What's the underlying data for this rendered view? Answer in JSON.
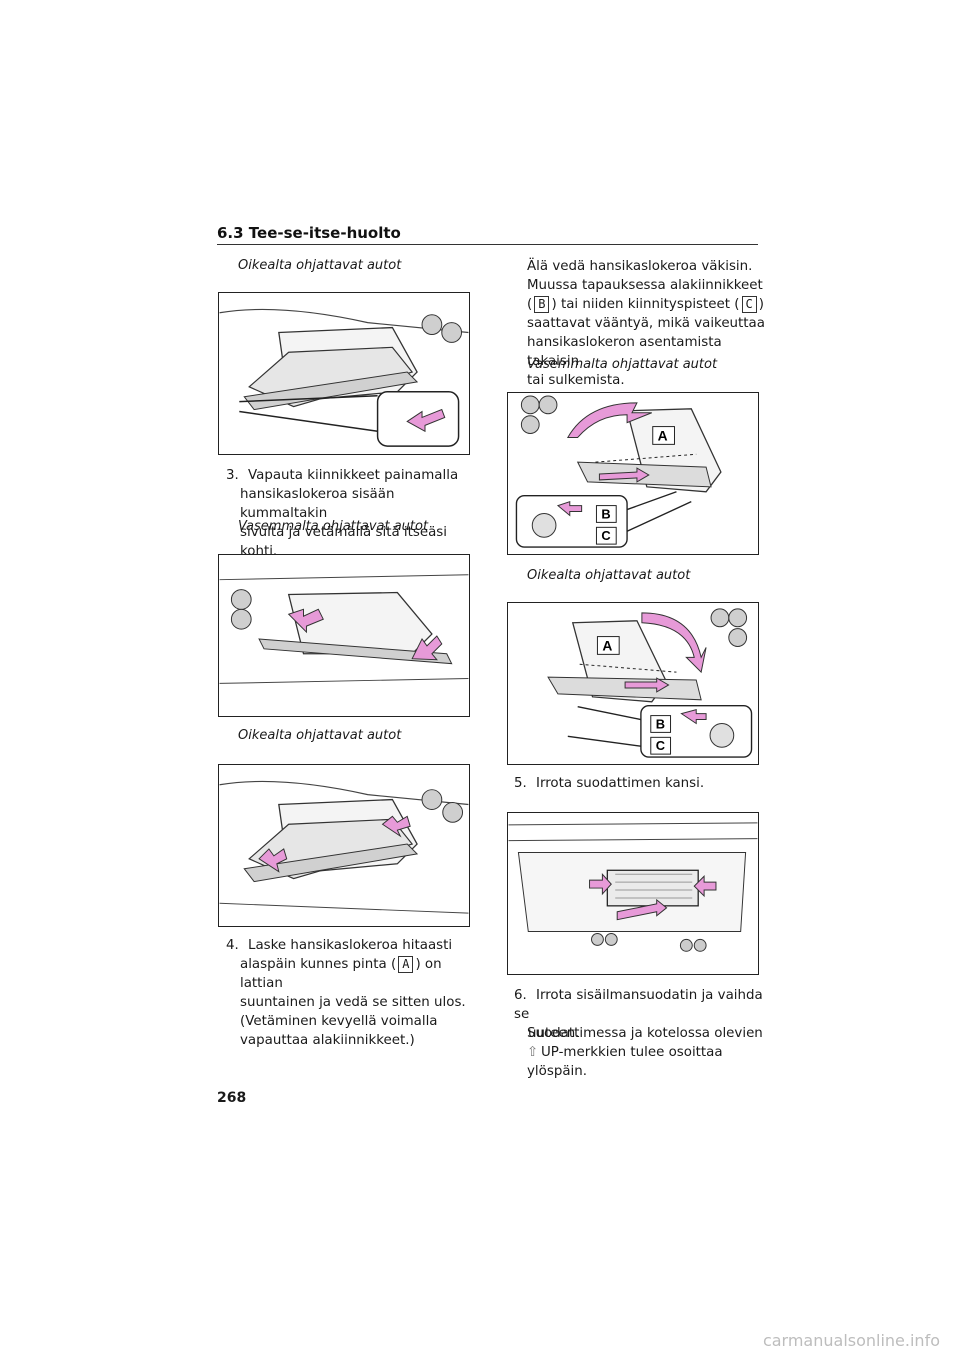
{
  "header": {
    "section": "6.3 Tee-se-itse-huolto"
  },
  "left": {
    "caption1": "Oikealta ohjattavat autot",
    "step3_num": "3.",
    "step3_lines": [
      "Vapauta kiinnikkeet painamalla",
      "hansikaslokeroa sisään kummaltakin",
      "sivulta ja vetämällä sitä itseäsi kohti."
    ],
    "caption2": "Vasemmalta ohjattavat autot",
    "caption3": "Oikealta ohjattavat autot",
    "step4_num": "4.",
    "step4_line1": "Laske hansikaslokeroa hitaasti",
    "step4_line2a": "alaspäin kunnes pinta (",
    "step4_box": "A",
    "step4_line2b": ") on lattian",
    "step4_lines_rest": [
      "suuntainen ja vedä se sitten ulos.",
      "(Vetäminen kevyellä voimalla",
      "vapauttaa alakiinnikkeet.)"
    ]
  },
  "right": {
    "warn_line1": "Älä vedä hansikaslokeroa väkisin.",
    "warn_line2": "Muussa tapauksessa alakiinnikkeet",
    "warn_line3a": "(",
    "warn_box_b": "B",
    "warn_line3b": ") tai niiden kiinnityspisteet (",
    "warn_box_c": "C",
    "warn_line3c": ")",
    "warn_lines_rest": [
      "saattavat vääntyä, mikä vaikeuttaa",
      "hansikaslokeron asentamista takaisin",
      "tai sulkemista."
    ],
    "caption4": "Vasemmalta ohjattavat autot",
    "caption5": "Oikealta ohjattavat autot",
    "step5_num": "5.",
    "step5_text": "Irrota suodattimen kansi.",
    "step6_num": "6.",
    "step6_lines": [
      "Irrota sisäilmansuodatin ja vaihda se",
      "uuteen."
    ],
    "note_line1": "Suodattimessa ja kotelossa olevien",
    "note_line2": "UP-merkkien tulee osoittaa",
    "note_line3": "ylöspäin.",
    "label_a": "A",
    "label_b": "B",
    "label_c": "C"
  },
  "footer": {
    "page_number": "268",
    "watermark": "carmanualsonline.info"
  },
  "colors": {
    "arrow": "#e79ad8",
    "arrow_stroke": "#333333"
  }
}
